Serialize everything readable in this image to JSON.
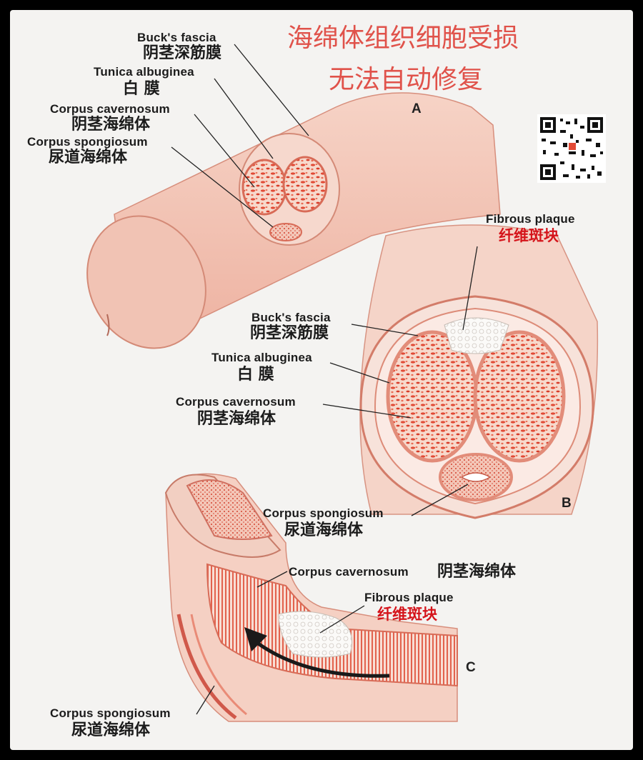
{
  "title": {
    "line1": "海绵体组织细胞受损",
    "line2": "无法自动修复",
    "color": "#e0524a"
  },
  "panels": {
    "a_letter": "A",
    "b_letter": "B",
    "c_letter": "C"
  },
  "panel_a": {
    "bucks_fascia_en": "Buck's fascia",
    "bucks_fascia_zh": "阴茎深筋膜",
    "tunica_en": "Tunica  albuginea",
    "tunica_zh": "白  膜",
    "cavernosum_en": "Corpus  cavernosum",
    "cavernosum_zh": "阴茎海绵体",
    "spongiosum_en": "Corpus  spongiosum",
    "spongiosum_zh": "尿道海绵体"
  },
  "panel_b": {
    "plaque_en": "Fibrous  plaque",
    "plaque_zh": "纤维斑块",
    "bucks_fascia_en": "Buck's fascia",
    "bucks_fascia_zh": "阴茎深筋膜",
    "tunica_en": "Tunica  albuginea",
    "tunica_zh": "白  膜",
    "cavernosum_en": "Corpus  cavernosum",
    "cavernosum_zh": "阴茎海绵体",
    "spongiosum_en": "Corpus  spongiosum",
    "spongiosum_zh": "尿道海绵体"
  },
  "panel_c": {
    "cavernosum_en": "Corpus  cavernosum",
    "cavernosum_zh": "阴茎海绵体",
    "plaque_en": "Fibrous  plaque",
    "plaque_zh": "纤维斑块",
    "spongiosum_en": "Corpus  spongiosum",
    "spongiosum_zh": "尿道海绵体"
  },
  "colors": {
    "tissue": "#e8503f",
    "skin": "#f2c4b6",
    "plaque": "#ffffff",
    "label_red": "#d5141b"
  },
  "qr_icon": "qr-code-icon"
}
